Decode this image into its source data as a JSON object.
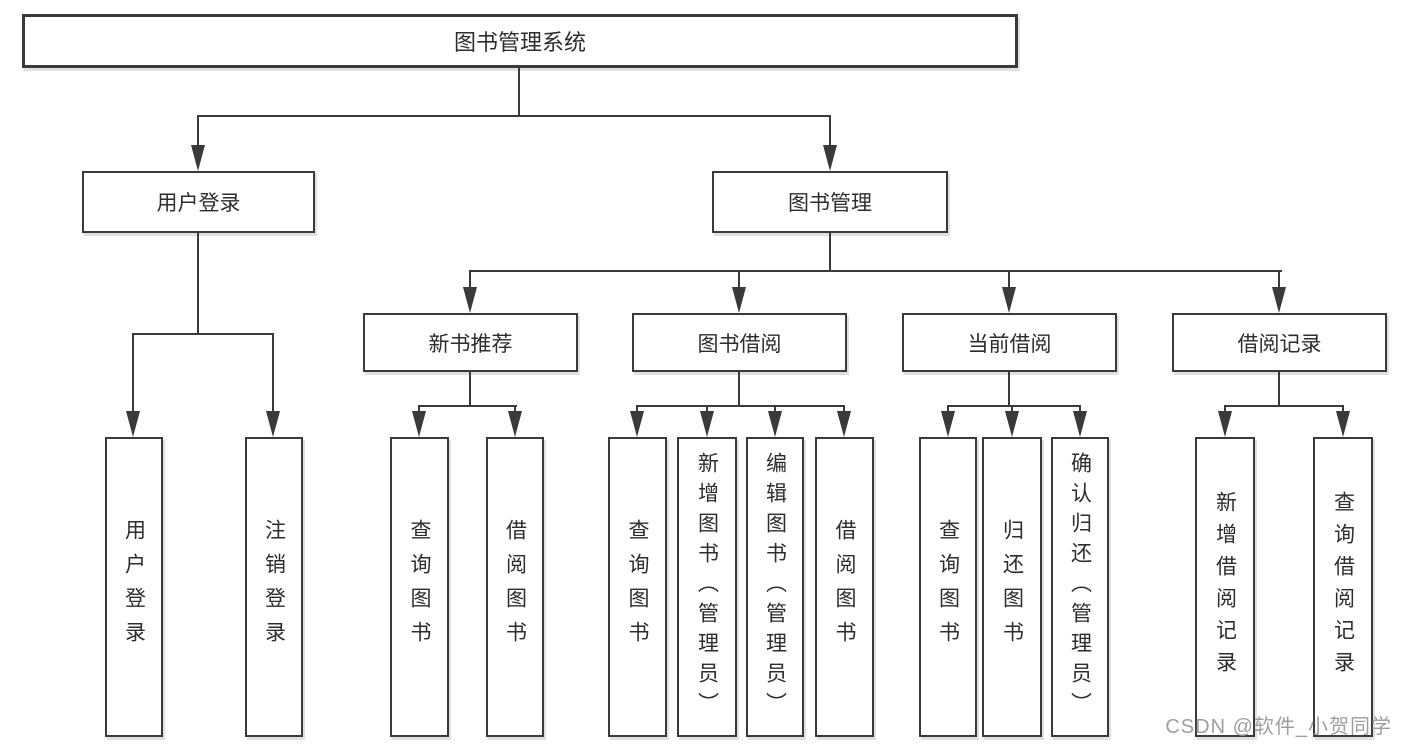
{
  "tree": {
    "root": {
      "label": "图书管理系统"
    },
    "children": [
      {
        "label": "用户登录",
        "children": [
          {
            "label": "用户登录"
          },
          {
            "label": "注销登录"
          }
        ]
      },
      {
        "label": "图书管理",
        "children": [
          {
            "label": "新书推荐",
            "children": [
              {
                "label": "查询图书"
              },
              {
                "label": "借阅图书"
              }
            ]
          },
          {
            "label": "图书借阅",
            "children": [
              {
                "label": "查询图书"
              },
              {
                "label": "新增图书（管理员）"
              },
              {
                "label": "编辑图书（管理员）"
              },
              {
                "label": "借阅图书"
              }
            ]
          },
          {
            "label": "当前借阅",
            "children": [
              {
                "label": "查询图书"
              },
              {
                "label": "归还图书"
              },
              {
                "label": "确认归还（管理员）"
              }
            ]
          },
          {
            "label": "借阅记录",
            "children": [
              {
                "label": "新增借阅记录"
              },
              {
                "label": "查询借阅记录"
              }
            ]
          }
        ]
      }
    ]
  },
  "watermark": "CSDN @软件_小贺同学",
  "colors": {
    "line": "#3a3a3a",
    "text": "#2d2d2d",
    "watermark": "#9e9e9e",
    "background": "#ffffff"
  }
}
